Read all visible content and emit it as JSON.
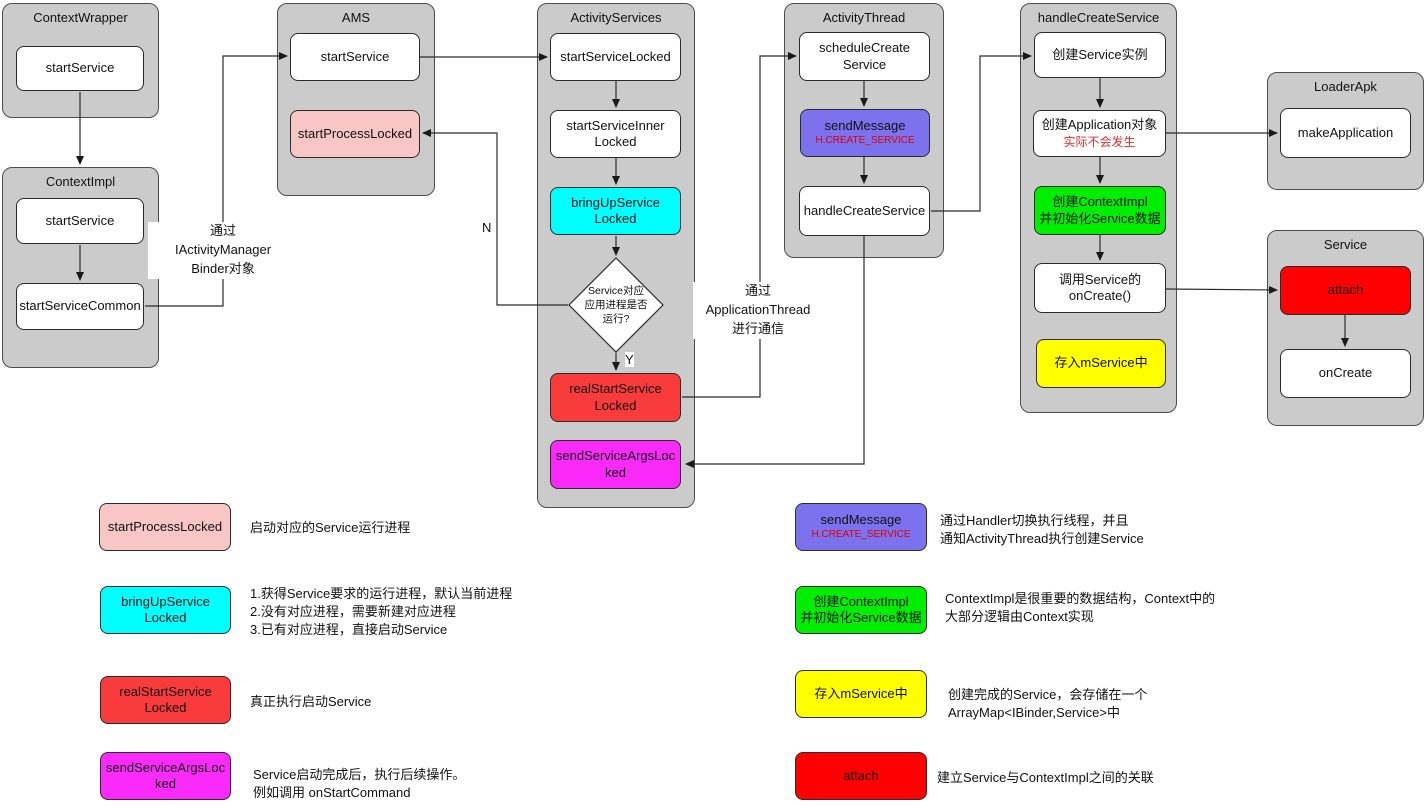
{
  "colors": {
    "container_bg": "#cbcbcb",
    "pink": "#f9c6c6",
    "cyan": "#00ffff",
    "red": "#fa3b3b",
    "pure_red": "#ff0000",
    "magenta": "#fa2bfa",
    "purple": "#7d72ee",
    "green": "#00ee00",
    "yellow": "#ffff00",
    "red_subtext": "#dd0000"
  },
  "containers": {
    "context_wrapper": {
      "title": "ContextWrapper"
    },
    "context_impl": {
      "title": "ContextImpl"
    },
    "ams": {
      "title": "AMS"
    },
    "activity_services": {
      "title": "ActivityServices"
    },
    "activity_thread": {
      "title": "ActivityThread"
    },
    "handle_create_service": {
      "title": "handleCreateService"
    },
    "loader_apk": {
      "title": "LoaderApk"
    },
    "service": {
      "title": "Service"
    }
  },
  "nodes": {
    "cw_start_service": {
      "label": "startService"
    },
    "ci_start_service": {
      "label": "startService"
    },
    "ci_start_service_common": {
      "label": "startServiceCommon"
    },
    "ams_start_service": {
      "label": "startService"
    },
    "ams_start_process_locked": {
      "label": "startProcessLocked"
    },
    "as_start_service_locked": {
      "label": "startServiceLocked"
    },
    "as_start_service_inner_locked": {
      "line1": "startServiceInner",
      "line2": "Locked"
    },
    "as_bring_up_service_locked": {
      "line1": "bringUpService",
      "line2": "Locked"
    },
    "as_decision": {
      "line1": "Service对应",
      "line2": "应用进程是否",
      "line3": "运行?"
    },
    "as_real_start_service_locked": {
      "line1": "realStartService",
      "line2": "Locked"
    },
    "as_send_service_args_locked": {
      "line1": "sendServiceArgsLoc",
      "line2": "ked"
    },
    "at_schedule_create_service": {
      "line1": "scheduleCreate",
      "line2": "Service"
    },
    "at_send_message": {
      "label": "sendMessage",
      "sub": "H.CREATE_SERVICE"
    },
    "at_handle_create_service": {
      "label": "handleCreateService"
    },
    "hcs_create_service_instance": {
      "label": "创建Service实例"
    },
    "hcs_create_application": {
      "label": "创建Application对象",
      "sub": "实际不会发生"
    },
    "hcs_create_context_impl": {
      "line1": "创建ContextImpl",
      "line2": "并初始化Service数据"
    },
    "hcs_call_on_create": {
      "line1": "调用Service的",
      "line2": "onCreate()"
    },
    "hcs_store_m_service": {
      "label": "存入mService中"
    },
    "la_make_application": {
      "label": "makeApplication"
    },
    "sv_attach": {
      "label": "attach"
    },
    "sv_on_create": {
      "label": "onCreate"
    }
  },
  "edge_labels": {
    "via_binder": {
      "line1": "通过",
      "line2": "IActivityManager",
      "line3": "Binder对象"
    },
    "via_app_thread": {
      "line1": "通过",
      "line2": "ApplicationThread",
      "line3": "进行通信"
    },
    "branch_no": "N",
    "branch_yes": "Y"
  },
  "legend": {
    "left": [
      {
        "label": "startProcessLocked",
        "desc": [
          "启动对应的Service运行进程"
        ]
      },
      {
        "line1": "bringUpService",
        "line2": "Locked",
        "desc": [
          "1.获得Service要求的运行进程，默认当前进程",
          "2.没有对应进程，需要新建对应进程",
          "3.已有对应进程，直接启动Service"
        ]
      },
      {
        "line1": "realStartService",
        "line2": "Locked",
        "desc": [
          "真正执行启动Service"
        ]
      },
      {
        "line1": "sendServiceArgsLoc",
        "line2": "ked",
        "desc": [
          "Service启动完成后，执行后续操作。",
          "例如调用 onStartCommand"
        ]
      }
    ],
    "right": [
      {
        "label": "sendMessage",
        "sub": "H.CREATE_SERVICE",
        "desc": [
          "通过Handler切换执行线程，并且",
          "通知ActivityThread执行创建Service"
        ]
      },
      {
        "line1": "创建ContextImpl",
        "line2": "并初始化Service数据",
        "desc": [
          "ContextImpl是很重要的数据结构，Context中的",
          "大部分逻辑由Context实现"
        ]
      },
      {
        "label": "存入mService中",
        "desc": [
          "创建完成的Service，会存储在一个",
          "ArrayMap<IBinder,Service>中"
        ]
      },
      {
        "label": "attach",
        "desc": [
          "建立Service与ContextImpl之间的关联"
        ]
      }
    ]
  }
}
